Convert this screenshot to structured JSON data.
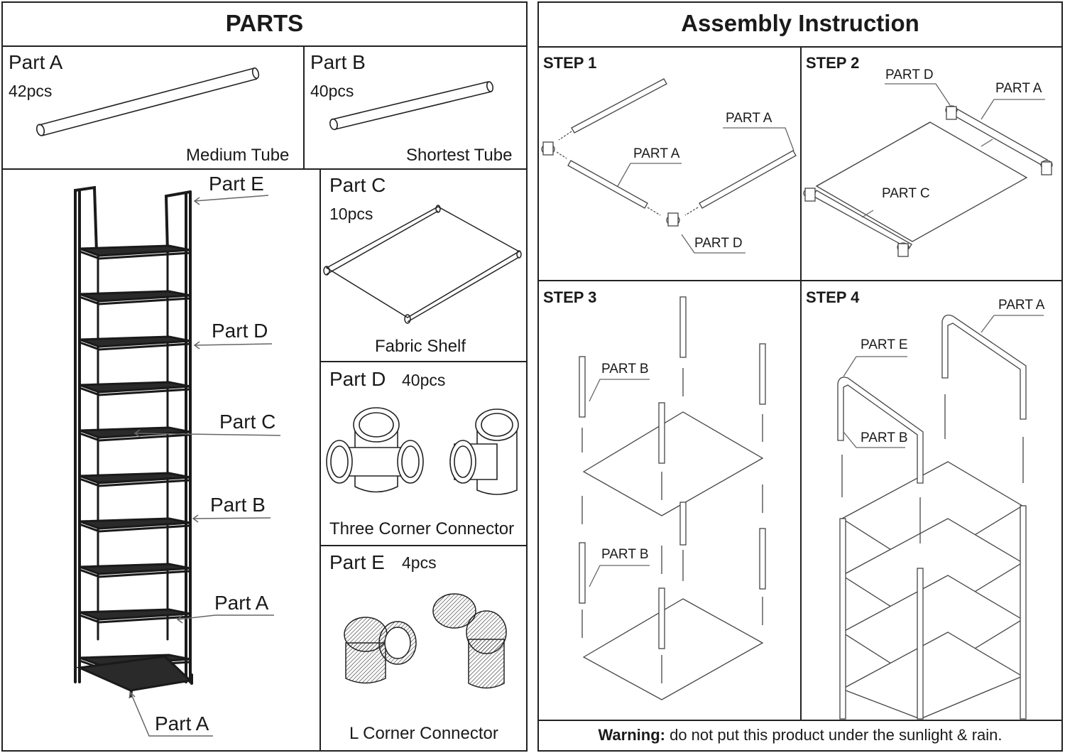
{
  "parts": {
    "title": "PARTS",
    "part_a": {
      "label": "Part A",
      "count": "42pcs",
      "caption": "Medium Tube"
    },
    "part_b": {
      "label": "Part B",
      "count": "40pcs",
      "caption": "Shortest Tube"
    },
    "part_c": {
      "label": "Part C",
      "count": "10pcs",
      "caption": "Fabric Shelf"
    },
    "part_d": {
      "label": "Part D",
      "count": "40pcs",
      "caption": "Three Corner Connector"
    },
    "part_e": {
      "label": "Part E",
      "count": "4pcs",
      "caption": "L Corner Connector"
    },
    "rack_callouts": [
      "Part E",
      "Part D",
      "Part C",
      "Part B",
      "Part A",
      "Part A"
    ]
  },
  "assembly": {
    "title": "Assembly Instruction",
    "steps": [
      {
        "label": "STEP 1",
        "callouts": [
          "PART A",
          "PART A",
          "PART D"
        ]
      },
      {
        "label": "STEP 2",
        "callouts": [
          "PART D",
          "PART A",
          "PART C"
        ]
      },
      {
        "label": "STEP 3",
        "callouts": [
          "PART B",
          "PART B"
        ]
      },
      {
        "label": "STEP 4",
        "callouts": [
          "PART A",
          "PART E",
          "PART B"
        ]
      }
    ],
    "warning": {
      "bold": "Warning:",
      "text": " do not put this product under the sunlight & rain."
    }
  },
  "colors": {
    "line": "#222222",
    "fabric": "#2a2a2a",
    "background": "#ffffff"
  }
}
